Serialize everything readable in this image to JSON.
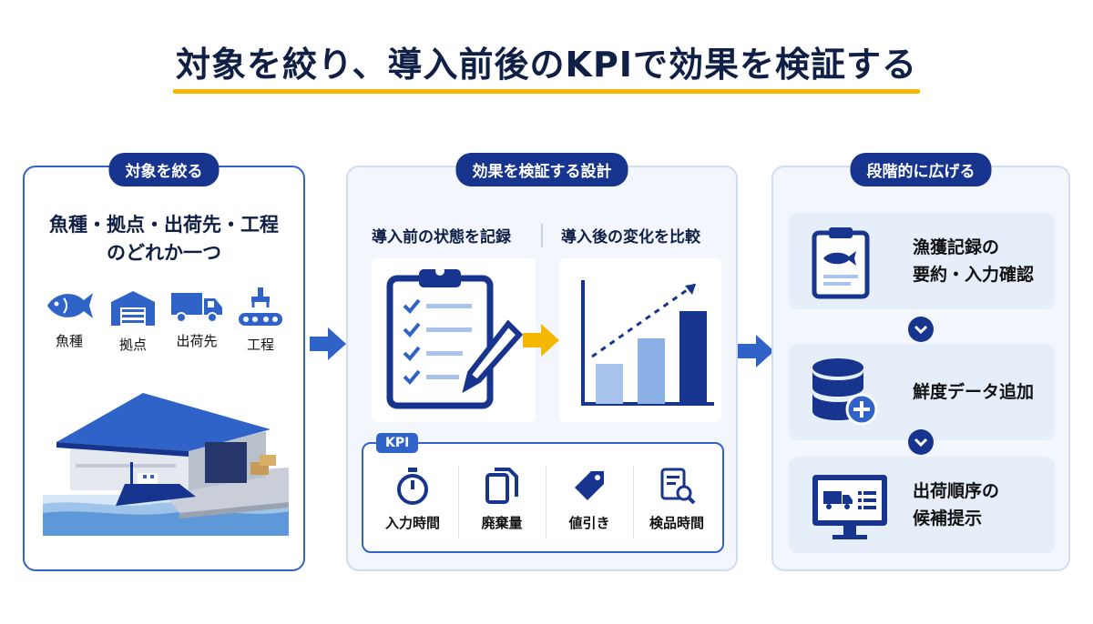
{
  "title": "対象を絞り、導入前後のKPIで効果を検証する",
  "panel1": {
    "pill": "対象を絞る",
    "line1": "魚種・拠点・出荷先・工程",
    "line2": "のどれか一つ",
    "icons": [
      {
        "label": "魚種",
        "icon": "fish-icon"
      },
      {
        "label": "拠点",
        "icon": "warehouse-icon"
      },
      {
        "label": "出荷先",
        "icon": "truck-icon"
      },
      {
        "label": "工程",
        "icon": "conveyor-icon"
      }
    ]
  },
  "panel2": {
    "pill": "効果を検証する設計",
    "before": "導入前の状態を記録",
    "after": "導入後の変化を比較",
    "kpi": {
      "tag": "KPI",
      "items": [
        "入力時間",
        "廃棄量",
        "値引き",
        "検品時間"
      ]
    }
  },
  "panel3": {
    "pill": "段階的に広げる",
    "steps": [
      {
        "line1": "漁獲記録の",
        "line2": "要約・入力確認"
      },
      {
        "line1": "鮮度データ追加",
        "line2": ""
      },
      {
        "line1": "出荷順序の",
        "line2": "候補提示"
      }
    ]
  },
  "colors": {
    "navy": "#17358f",
    "blue": "#2f63c8",
    "accent": "#f5b800",
    "lightblue": "#a9c4ec"
  }
}
